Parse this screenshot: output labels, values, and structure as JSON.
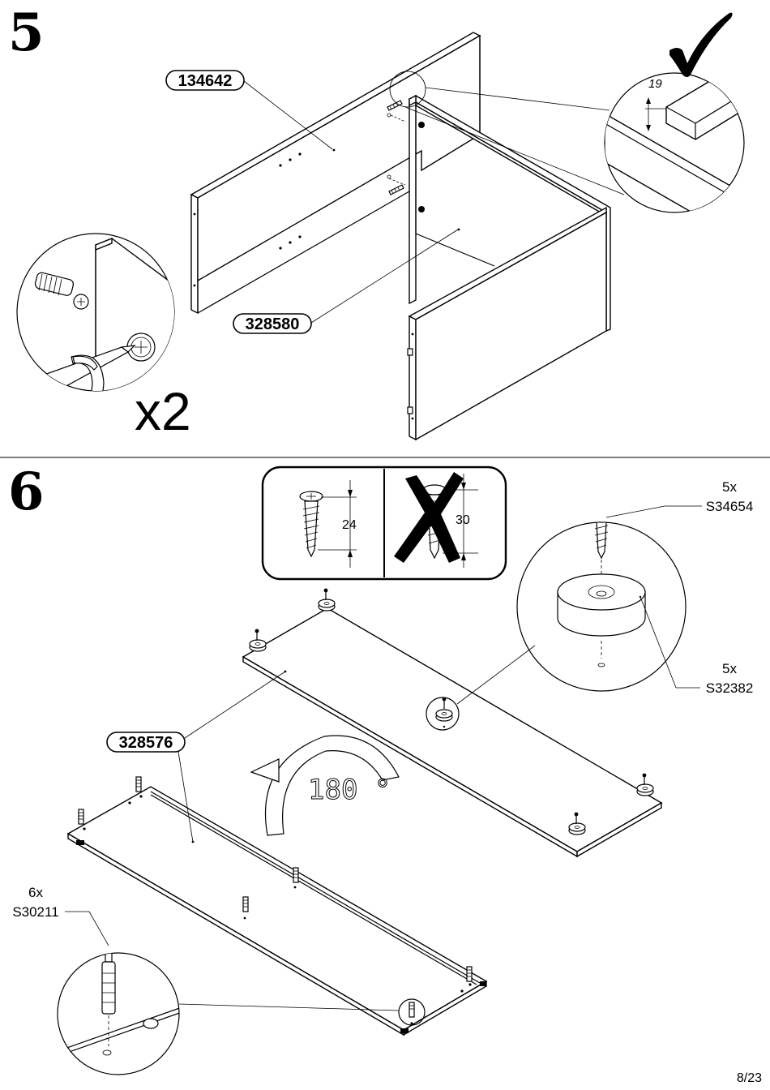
{
  "page": {
    "number": "8/23"
  },
  "step5": {
    "step_number": "5",
    "part_labels": [
      "134642",
      "328580"
    ],
    "detail_dimension": "19",
    "quantity": "x2"
  },
  "step6": {
    "step_number": "6",
    "screw_ok_length": "24",
    "screw_wrong_length": "30",
    "part_label": "328576",
    "rotation": "180 °",
    "callouts": [
      {
        "qty": "5x",
        "code": "S34654"
      },
      {
        "qty": "5x",
        "code": "S32382"
      },
      {
        "qty": "6x",
        "code": "S30211"
      }
    ]
  },
  "icons": [
    "check-mark-icon",
    "wrong-x-icon",
    "rotate-arrow-icon",
    "screwdriver-icon"
  ]
}
